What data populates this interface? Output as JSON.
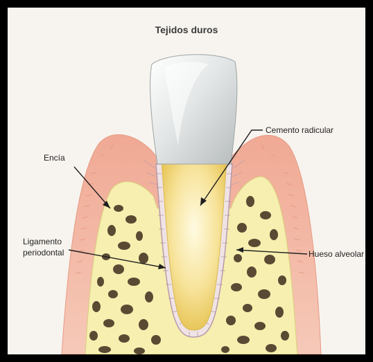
{
  "title": "Tejidos duros",
  "labels": {
    "cemento": "Cemento radicular",
    "encia": "Encía",
    "ligamento_line1": "Ligamento",
    "ligamento_line2": "periodontal",
    "hueso": "Hueso alveolar"
  },
  "colors": {
    "gum": "#f2b9a4",
    "gum_edge": "#e69a85",
    "bone": "#f6efb0",
    "bone_pore": "#5a4a33",
    "root": "#f4dc7a",
    "crown": "#e9ecec",
    "ligament": "#b89aa9"
  }
}
